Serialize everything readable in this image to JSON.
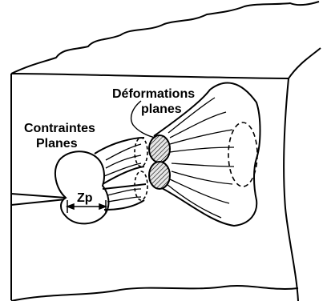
{
  "labels": {
    "plane_strain_line1": "Déformations",
    "plane_strain_line2": "planes",
    "plane_stress_line1": "Contraintes",
    "plane_stress_line2": "Planes",
    "plastic_zone": "Zp"
  },
  "colors": {
    "stroke": "#000000",
    "background": "#ffffff",
    "hatch_fill": "#d8d8d8"
  }
}
